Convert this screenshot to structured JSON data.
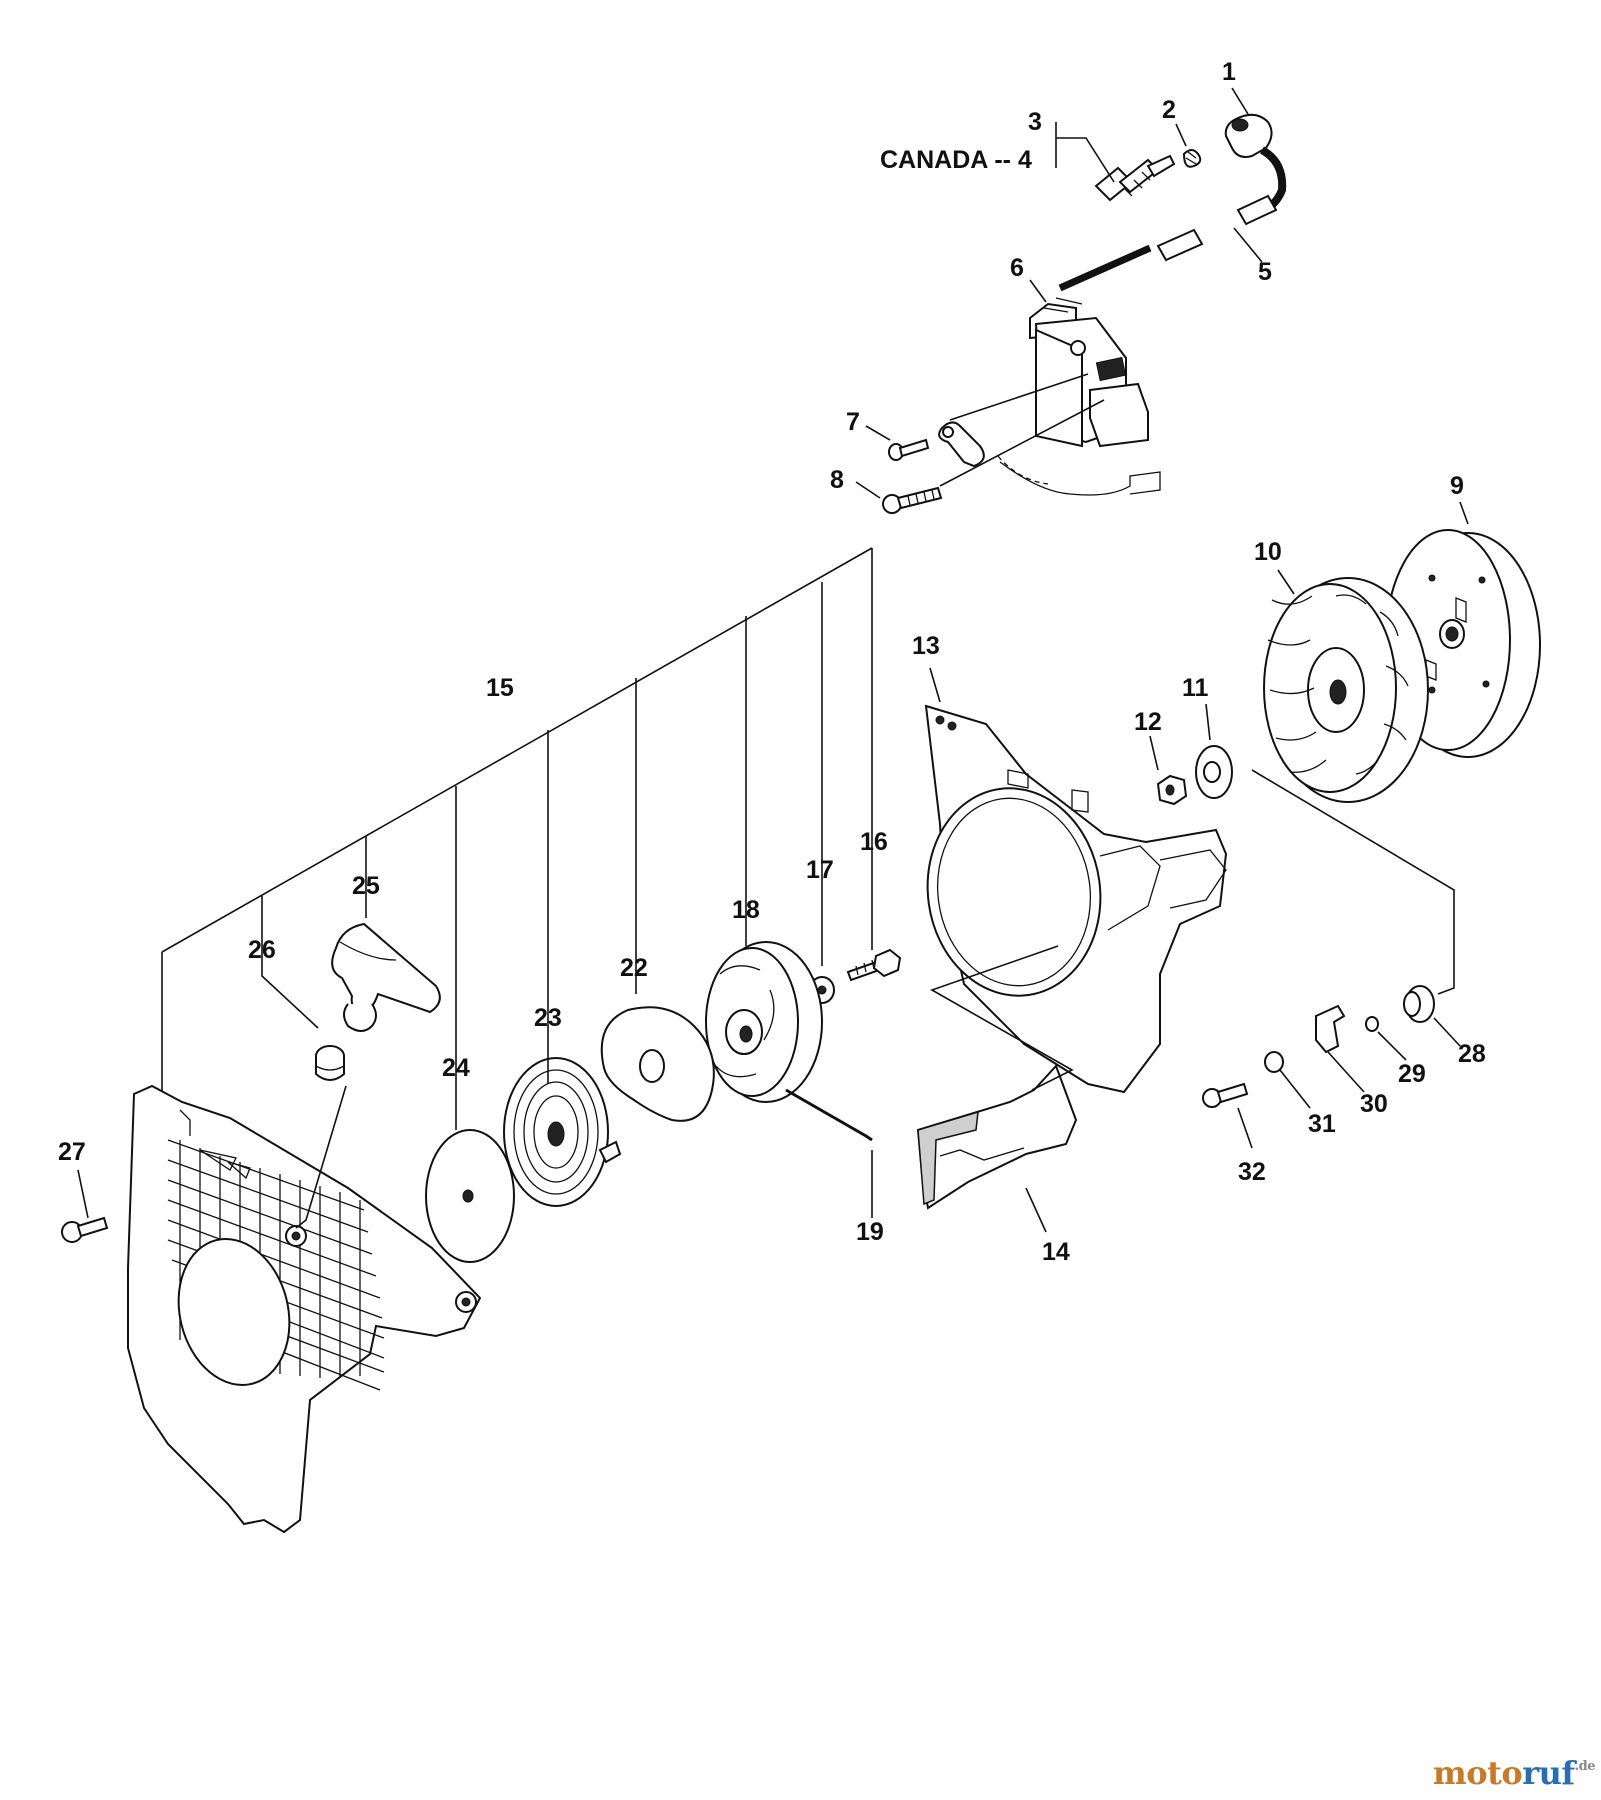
{
  "diagram": {
    "labels": {
      "p1": "1",
      "p2": "2",
      "p3": "3",
      "canada": "CANADA -- 4",
      "p5": "5",
      "p6": "6",
      "p7": "7",
      "p8": "8",
      "p9": "9",
      "p10": "10",
      "p11": "11",
      "p12": "12",
      "p13": "13",
      "p14": "14",
      "p15": "15",
      "p16": "16",
      "p17": "17",
      "p18": "18",
      "p19": "19",
      "p22": "22",
      "p23": "23",
      "p24": "24",
      "p25": "25",
      "p26": "26",
      "p27": "27",
      "p28": "28",
      "p29": "29",
      "p30": "30",
      "p31": "31",
      "p32": "32"
    }
  },
  "watermark": {
    "part1": "moto",
    "part2": "ruf",
    "part3": ".de"
  }
}
